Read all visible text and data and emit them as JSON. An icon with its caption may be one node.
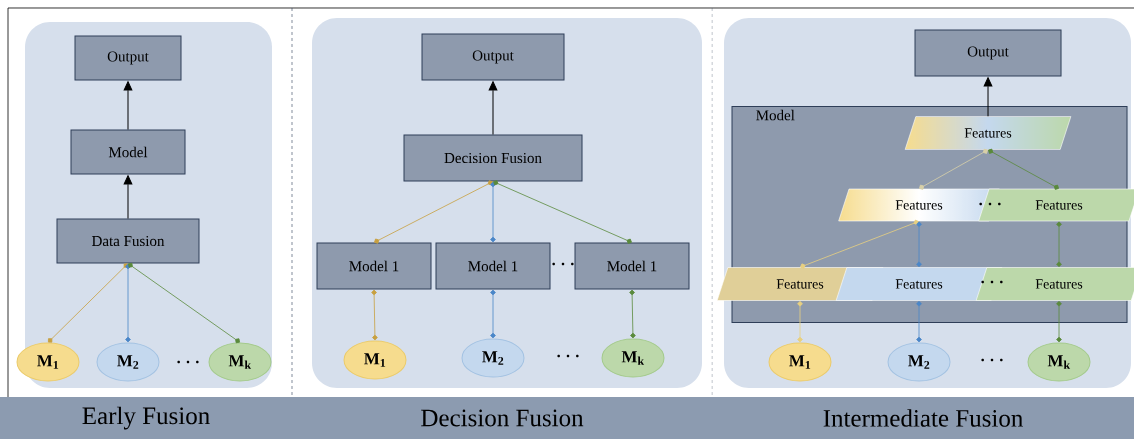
{
  "diagram": {
    "nodes": [
      {
        "text": [
          "Output"
        ]
      },
      {
        "text": [
          "Model"
        ]
      },
      {
        "text": [
          "Data Fusion"
        ]
      },
      {
        "text": [
          "M$_{1}$"
        ]
      },
      {
        "text": [
          "M$_{2}$"
        ]
      },
      {
        "text": [
          "M$_{k}$"
        ]
      },
      {
        "text": [
          "Output"
        ]
      },
      {
        "text": [
          "Decision Fusion"
        ]
      },
      {
        "text": [
          "Model 1"
        ]
      },
      {
        "text": [
          "Model 1"
        ]
      },
      {
        "text": [
          "Model 1"
        ]
      },
      {
        "text": [
          "M$_{1}$"
        ]
      },
      {
        "text": [
          "M$_{2}$"
        ]
      },
      {
        "text": [
          "M$_{k}$"
        ]
      },
      {
        "text": [
          "Output"
        ]
      },
      {
        "text": [
          "Model"
        ]
      },
      {
        "text": [
          "Features"
        ],
        "in": 15
      },
      {
        "text": [
          "Features"
        ],
        "in": 15
      },
      {
        "text": [
          "Features"
        ],
        "in": 15
      },
      {
        "text": [
          "Features"
        ],
        "in": 15
      },
      {
        "text": [
          "Features"
        ],
        "in": 15
      },
      {
        "text": [
          "Features"
        ],
        "in": 15
      },
      {
        "text": [
          "M$_{1}$"
        ]
      },
      {
        "text": [
          "M$_{2}$"
        ]
      },
      {
        "text": [
          "M$_{k}$"
        ]
      },
      {
        "text": [
          "Early Fusion"
        ]
      },
      {
        "text": [
          "Decision Fusion"
        ]
      },
      {
        "text": [
          "Intermediate Fusion"
        ]
      }
    ],
    "edges": [
      {
        "from": 2,
        "to": 1,
        "arrow": "to",
        "color": "#000000"
      },
      {
        "from": 1,
        "to": 0,
        "arrow": "to",
        "color": "#000000"
      },
      {
        "from": 3,
        "to": 2,
        "arrow": "other",
        "color": "#c8a040"
      },
      {
        "from": 4,
        "to": 2,
        "arrow": "other",
        "color": "#4a86c8"
      },
      {
        "from": 5,
        "to": 2,
        "arrow": "other",
        "color": "#5a8a3c"
      },
      {
        "from": 7,
        "to": 6,
        "arrow": "to",
        "color": "#000000"
      },
      {
        "from": 8,
        "to": 7,
        "arrow": "other",
        "color": "#c8a040"
      },
      {
        "from": 9,
        "to": 7,
        "arrow": "other",
        "color": "#4a86c8"
      },
      {
        "from": 10,
        "to": 7,
        "arrow": "other",
        "color": "#5a8a3c"
      },
      {
        "from": 11,
        "to": 8,
        "arrow": "other",
        "color": "#c8a040"
      },
      {
        "from": 12,
        "to": 9,
        "arrow": "other",
        "color": "#4a86c8"
      },
      {
        "from": 13,
        "to": 10,
        "arrow": "other",
        "color": "#5a8a3c"
      },
      {
        "from": 16,
        "to": 14,
        "arrow": "to",
        "color": "#000000"
      },
      {
        "from": 17,
        "to": 16,
        "arrow": "other",
        "color": "#d8d0a8"
      },
      {
        "from": 18,
        "to": 16,
        "arrow": "other",
        "color": "#5a8a3c"
      },
      {
        "from": 19,
        "to": 17,
        "arrow": "other",
        "color": "#e8d080"
      },
      {
        "from": 20,
        "to": 17,
        "arrow": "other",
        "color": "#4a86c8"
      },
      {
        "from": 21,
        "to": 18,
        "arrow": "other",
        "color": "#5a8a3c"
      },
      {
        "from": 22,
        "to": 19,
        "arrow": "other",
        "color": "#e8d080"
      },
      {
        "from": 23,
        "to": 20,
        "arrow": "other",
        "color": "#4a86c8"
      },
      {
        "from": 24,
        "to": 21,
        "arrow": "other",
        "color": "#5a8a3c"
      }
    ],
    "labels": [
      "· · ·",
      "· · ·",
      "· · ·",
      "· · ·",
      "· · ·",
      "· · ·"
    ]
  }
}
